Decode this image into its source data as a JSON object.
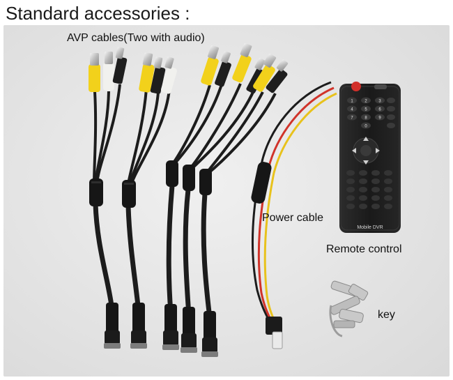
{
  "heading": "Standard accessories :",
  "captions": {
    "avp_cables": "AVP cables(Two with audio)",
    "power_cable": "Power cable",
    "remote_control": "Remote control",
    "key": "key"
  },
  "remote": {
    "brand": "Mobile DVR",
    "keypad": [
      "1",
      "2",
      "3",
      "4",
      "5",
      "6",
      "7",
      "8",
      "9",
      "0"
    ]
  },
  "colors": {
    "background": "#e6e6e6",
    "cable_black": "#1c1c1c",
    "rca_yellow": "#f2d11b",
    "rca_white": "#f1f1ee",
    "rca_red_wire": "#d0332a",
    "wire_yellow": "#e8c21c",
    "remote_body": "#1f1f1f",
    "power_key": "#d2302a"
  }
}
